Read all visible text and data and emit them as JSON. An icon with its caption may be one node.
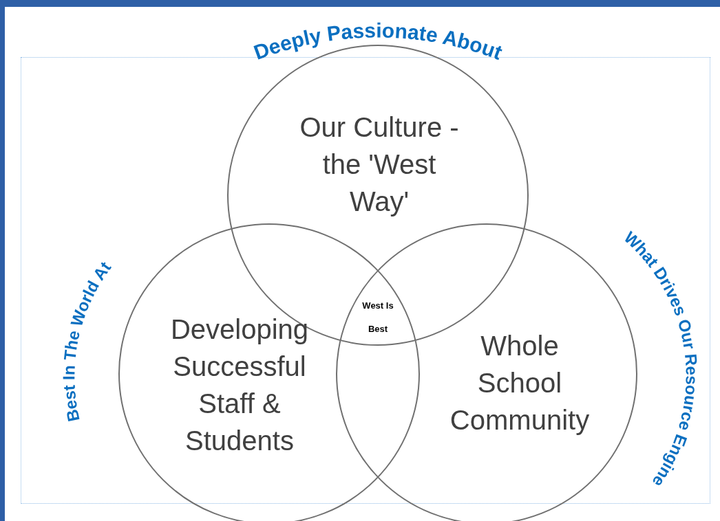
{
  "diagram": {
    "nodes": [
      {
        "text": [
          "Our Culture - the 'West Way'"
        ]
      },
      {
        "text": [
          "Developing Successful Staff & Students"
        ]
      },
      {
        "text": [
          "Whole School Community"
        ]
      }
    ],
    "labels": [
      "Deeply Passionate About",
      "West Is Best",
      "Best In The World At",
      "What Drives Our Resource Engine"
    ]
  }
}
